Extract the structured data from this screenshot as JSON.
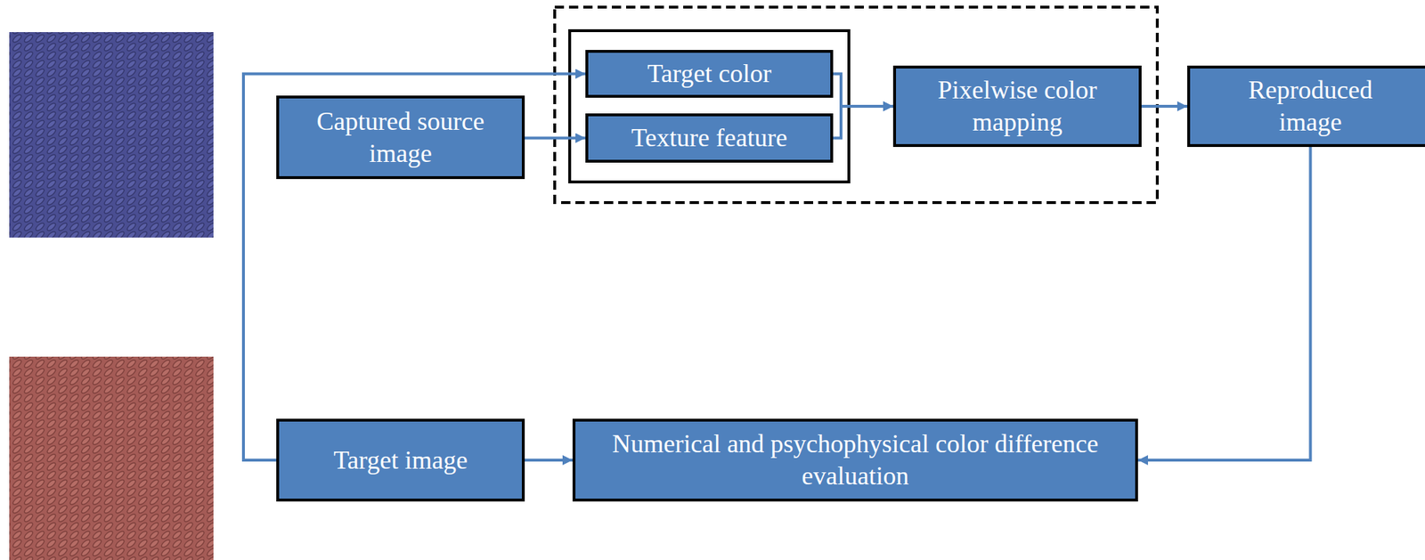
{
  "diagram": {
    "nodes": [
      {
        "text": [
          "Target color"
        ]
      },
      {
        "text": [
          "Captured source image"
        ]
      },
      {
        "text": [
          "Texture feature"
        ]
      },
      {
        "text": [
          "Pixelwise color mapping"
        ]
      },
      {
        "text": [
          "Reproduced image"
        ]
      },
      {
        "text": [
          "Target image"
        ]
      },
      {
        "text": [
          "Numerical and psychophysical color difference evaluation"
        ]
      }
    ],
    "edges": [
      {
        "from": 5,
        "to": 0,
        "arrow": "to"
      },
      {
        "from": 1,
        "to": 2,
        "arrow": "to"
      },
      {
        "from": 0,
        "to": 3,
        "arrow": "to"
      },
      {
        "from": 2,
        "to": 3,
        "arrow": "to"
      },
      {
        "from": 3,
        "to": 4,
        "arrow": "to"
      },
      {
        "from": 4,
        "to": 6,
        "arrow": "to"
      },
      {
        "from": 5,
        "to": 6,
        "arrow": "to"
      }
    ]
  }
}
